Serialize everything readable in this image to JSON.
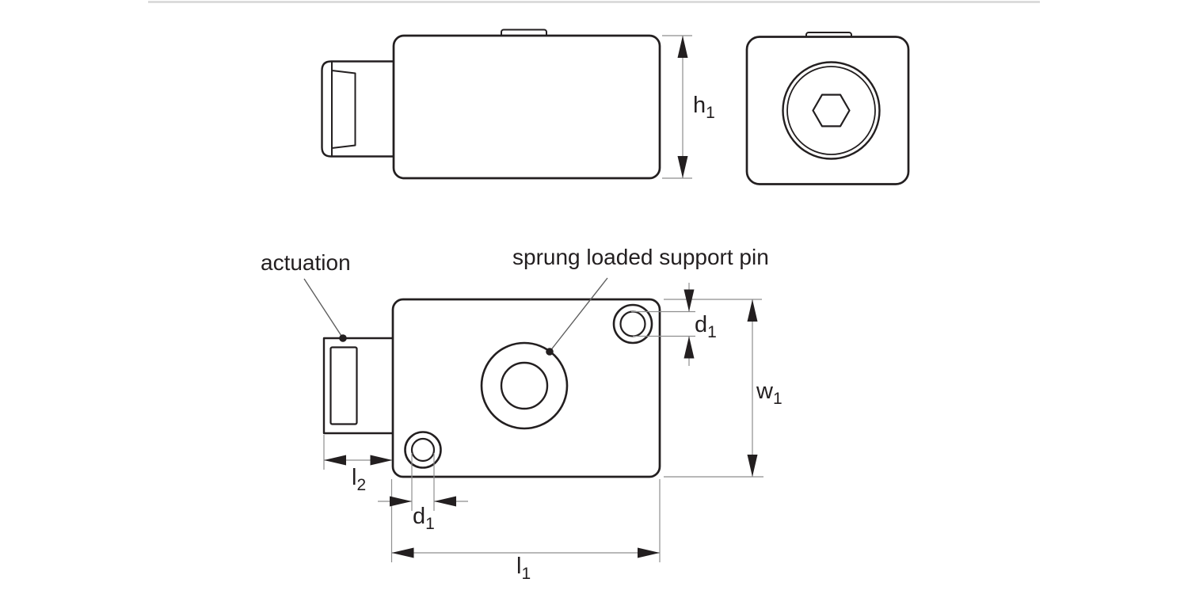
{
  "page": {
    "background": "#ffffff",
    "separator_color": "#d6d6d6"
  },
  "drawing": {
    "ink_color": "#231f20",
    "dim_color": "#8e8e8e",
    "leader_color": "#5f5f5f",
    "callouts": {
      "actuation": "actuation",
      "support_pin": "sprung loaded support pin"
    },
    "dims": {
      "h1": {
        "base": "h",
        "sub": "1"
      },
      "d1_right": {
        "base": "d",
        "sub": "1"
      },
      "w1": {
        "base": "w",
        "sub": "1"
      },
      "l2": {
        "base": "l",
        "sub": "2"
      },
      "d1_bottom": {
        "base": "d",
        "sub": "1"
      },
      "l1": {
        "base": "l",
        "sub": "1"
      }
    }
  }
}
